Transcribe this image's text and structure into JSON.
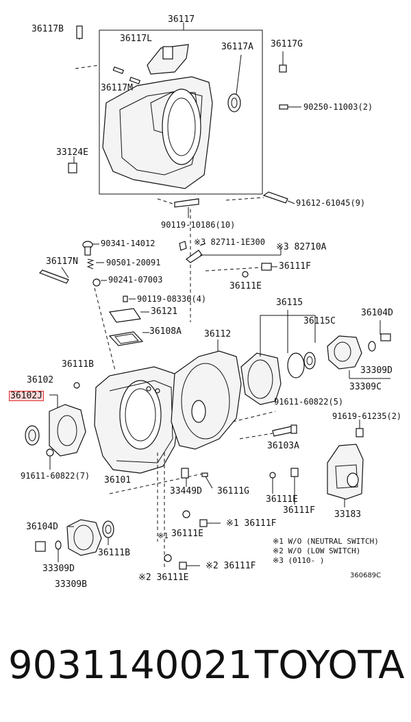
{
  "labels": {
    "l36117": "36117",
    "l36117B": "36117B",
    "l36117L": "36117L",
    "l36117A": "36117A",
    "l36117G": "36117G",
    "l36117M": "36117M",
    "l90250": "90250-11003(2)",
    "l33124E": "33124E",
    "l91612": "91612-61045(9)",
    "l90119a": "90119-10186(10)",
    "l90341": "90341-14012",
    "l82711": "※3 82711-1E300",
    "l82710A": "※3 82710A",
    "l36117N": "36117N",
    "l90501": "90501-20091",
    "l36111F_a": "36111F",
    "l90241": "90241-07003",
    "l36111E_a": "36111E",
    "l90119b": "90119-08336(4)",
    "l36115": "36115",
    "l36121": "36121",
    "l36115C": "36115C",
    "l36104D_a": "36104D",
    "l36108A": "36108A",
    "l36112": "36112",
    "l36111B_a": "36111B",
    "l33309D_a": "33309D",
    "l33309C": "33309C",
    "l36102": "36102",
    "l36102J": "36102J",
    "l91611a": "91611-60822(5)",
    "l91619": "91619-61235(2)",
    "l36103A": "36103A",
    "l91611b": "91611-60822(7)",
    "l36101": "36101",
    "l33449D": "33449D",
    "l36111G": "36111G",
    "l36111E_b": "36111E",
    "l36111F_b": "36111F",
    "l33183": "33183",
    "l36104D_b": "36104D",
    "l36111E_c": "36111E",
    "l36111F_c": "※1 36111F",
    "l36111B_b": "36111B",
    "l33309D_b": "33309D",
    "l33309B": "33309B",
    "l36111E_d": "※2 36111E",
    "l36111F_d": "※2 36111F",
    "l36111E_c_mark": "※1"
  },
  "notes": {
    "n1": "※1 W/O (NEUTRAL SWITCH)",
    "n2": "※2 W/O (LOW SWITCH)",
    "n3": "※3 (0110-      )",
    "code": "360689C"
  },
  "footer": {
    "part_number": "9031140021",
    "brand": "TOYOTA"
  },
  "colors": {
    "highlight_border": "#e03030",
    "highlight_fill": "#ffd6d6"
  }
}
